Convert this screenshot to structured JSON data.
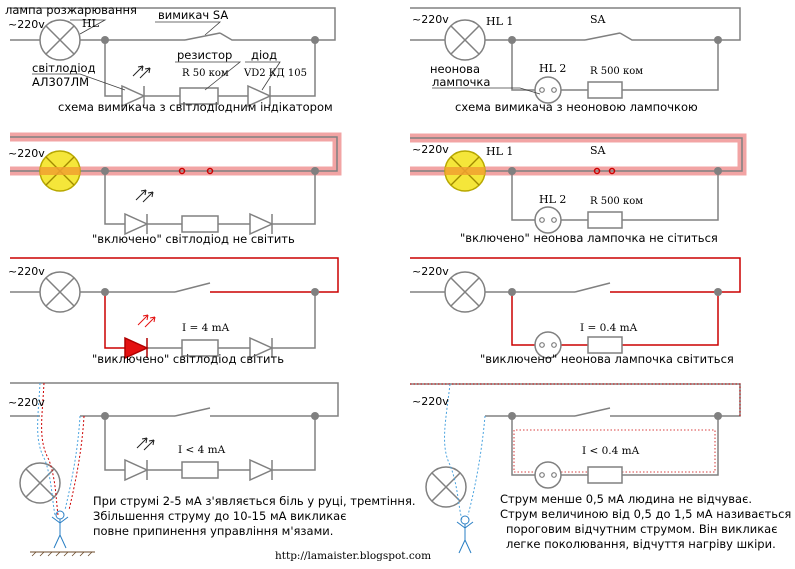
{
  "voltage": "~220v",
  "p1": {
    "lamp_label": "лампа розжарювання",
    "lamp_id": "HL",
    "switch_label": "вимикач SA",
    "led_label": "світлодіод",
    "led_model": "АЛ307ЛМ",
    "resistor_label": "резистор",
    "resistor_value": "R 50 ком",
    "diode_label": "діод",
    "diode_id": "VD2",
    "diode_model": "КД 105",
    "caption": "схема вимикача з світлодіодним індікатором"
  },
  "p2": {
    "lamp_id": "HL 1",
    "switch_id": "SA",
    "neon_label_1": "неонова",
    "neon_label_2": "лампочка",
    "neon_id": "HL 2",
    "resistor_value": "R 500 ком",
    "caption": "схема вимикача з неоновою лампочкою"
  },
  "p3": {
    "caption": "\"включено\" світлодіод не світить"
  },
  "p4": {
    "lamp_id": "HL 1",
    "switch_id": "SA",
    "neon_id": "HL 2",
    "resistor_value": "R 500 ком",
    "caption": "\"включено\" неонова лампочка не сітиться"
  },
  "p5": {
    "current": "I = 4 mA",
    "caption": "\"виключено\" світлодіод світить"
  },
  "p6": {
    "current": "I = 0.4 mA",
    "caption": "\"виключено\" неонова лампочка світиться"
  },
  "p7": {
    "current": "I < 4 mA",
    "text_1": "При струмі 2-5 мА з'являється біль у руці, тремтіння.",
    "text_2": "Збільшення струму до 10-15 мА викликає",
    "text_3": "повне припинення управління м'язами."
  },
  "p8": {
    "current": "I < 0.4 mA",
    "text_1": "Струм менше 0,5 мА людина не відчуває.",
    "text_2": "Струм величиною від 0,5 до 1,5 мА називається",
    "text_3": "пороговим відчутним струмом. Він викликає",
    "text_4": "легке поколювання, відчуття нагріву шкіри."
  },
  "footer_url": "http://lamaister.blogspot.com",
  "colors": {
    "wire": "#808080",
    "live_wire": "#cc0000",
    "highlight": "#f2a4a4",
    "lamp_glow": "#f5e63a",
    "led_on": "#e41010",
    "touch_path": "#4aa3df"
  }
}
